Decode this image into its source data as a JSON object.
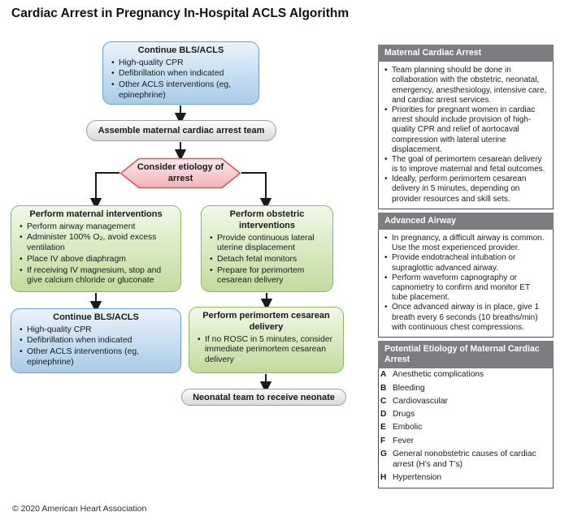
{
  "title": "Cardiac Arrest in Pregnancy In-Hospital ACLS Algorithm",
  "footer": "© 2020 American Heart Association",
  "flow": {
    "box_top": {
      "title": "Continue BLS/ACLS",
      "bullets": [
        "High-quality CPR",
        "Defibrillation when indicated",
        "Other ACLS interventions (eg, epinephrine)"
      ]
    },
    "pill_assemble": "Assemble maternal cardiac arrest team",
    "decision": "Consider etiology of arrest",
    "box_maternal": {
      "title": "Perform maternal interventions",
      "bullets": [
        "Perform airway management",
        "Administer 100% O₂, avoid excess ventilation",
        "Place IV above diaphragm",
        "If receiving IV magnesium, stop and give calcium chloride or gluconate"
      ]
    },
    "box_bls": {
      "title": "Continue BLS/ACLS",
      "bullets": [
        "High-quality CPR",
        "Defibrillation when indicated",
        "Other ACLS interventions (eg, epinephrine)"
      ]
    },
    "box_obstetric": {
      "title": "Perform obstetric interventions",
      "bullets": [
        "Provide continuous lateral uterine displacement",
        "Detach fetal monitors",
        "Prepare for perimortem cesarean delivery"
      ]
    },
    "box_pmcd": {
      "title": "Perform perimortem cesarean delivery",
      "bullets": [
        "If no ROSC in 5 minutes, consider immediate perimortem cesarean delivery"
      ]
    },
    "pill_neonatal": "Neonatal team to receive neonate"
  },
  "sidebar": {
    "sections": [
      {
        "header": "Maternal Cardiac Arrest",
        "bullets": [
          "Team planning should be done in collaboration with the obstetric, neonatal, emergency, anesthesiology, intensive care, and cardiac arrest services.",
          "Priorities for pregnant women in cardiac arrest should include provision of high-quality CPR and relief of aortocaval compression with lateral uterine displacement.",
          "The goal of perimortem cesarean delivery is to improve maternal and fetal outcomes.",
          "Ideally, perform perimortem cesarean delivery in 5 minutes, depending on provider resources and skill sets."
        ]
      },
      {
        "header": "Advanced Airway",
        "bullets": [
          "In pregnancy, a difficult airway is common. Use the most experienced provider.",
          "Provide endotracheal intubation or supraglottic advanced airway.",
          "Perform waveform capnography or capnometry to confirm and monitor ET tube placement.",
          "Once advanced airway is in place, give 1 breath every 6 seconds (10 breaths/min) with continuous chest compressions."
        ]
      },
      {
        "header": "Potential Etiology of Maternal Cardiac Arrest",
        "items": [
          {
            "letter": "A",
            "text": "Anesthetic complications"
          },
          {
            "letter": "B",
            "text": "Bleeding"
          },
          {
            "letter": "C",
            "text": "Cardiovascular"
          },
          {
            "letter": "D",
            "text": "Drugs"
          },
          {
            "letter": "E",
            "text": "Embolic"
          },
          {
            "letter": "F",
            "text": "Fever"
          },
          {
            "letter": "G",
            "text": "General nonobstetric causes of cardiac arrest (H’s and T’s)"
          },
          {
            "letter": "H",
            "text": "Hypertension"
          }
        ]
      }
    ]
  },
  "colors": {
    "box_blue_fill_top": "#EAF3FB",
    "box_blue_fill_bottom": "#A9CBE8",
    "box_blue_border": "#6CA0D0",
    "box_green_fill_top": "#F1F8E8",
    "box_green_fill_bottom": "#C2DB9C",
    "box_green_border": "#8DB763",
    "decision_fill_top": "#FCE9EC",
    "decision_fill_bottom": "#F2B2B9",
    "decision_border": "#D6545F",
    "pill_fill_top": "#FDFDFD",
    "pill_fill_bottom": "#D8D8D8",
    "pill_border": "#9F9F9F",
    "sidebar_header_bg": "#7B7D81",
    "sidebar_border": "#4B4B4B",
    "arrow": "#1A1A1A"
  }
}
